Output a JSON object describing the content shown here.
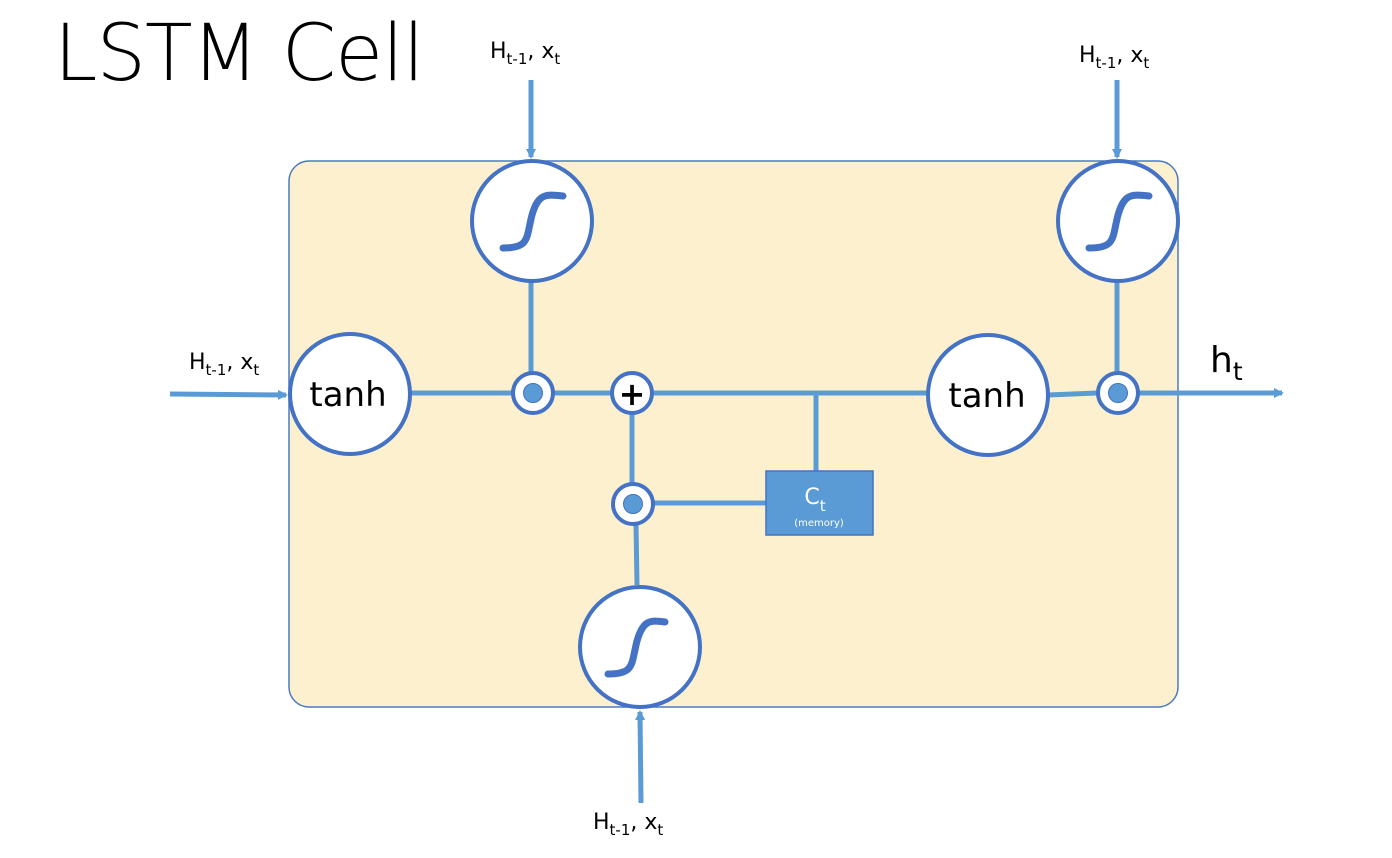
{
  "title": "LSTM Cell",
  "colors": {
    "cell_fill": "#fdf0cf",
    "cell_stroke": "#4a7bbf",
    "line": "#5b9bd5",
    "node_stroke": "#4472c4",
    "dot": "#5b9bd5",
    "memory_fill": "#5b9bd5"
  },
  "inputs": {
    "top_left": {
      "label_main": "H",
      "label_sub": "t-1",
      "label_tail": ", x",
      "label_tail_sub": "t"
    },
    "top_right": {
      "label_main": "H",
      "label_sub": "t-1",
      "label_tail": ", x",
      "label_tail_sub": "t"
    },
    "left": {
      "label_main": "H",
      "label_sub": "t-1",
      "label_tail": ", x",
      "label_tail_sub": "t"
    },
    "bottom": {
      "label_main": "H",
      "label_sub": "t-1",
      "label_tail": ", x",
      "label_tail_sub": "t"
    }
  },
  "nodes": {
    "tanh_input": "tanh",
    "tanh_output": "tanh",
    "plus": "+"
  },
  "memory": {
    "label_main": "C",
    "label_sub": "t",
    "caption": "(memory)"
  },
  "output": {
    "label_main": "h",
    "label_sub": "t"
  }
}
